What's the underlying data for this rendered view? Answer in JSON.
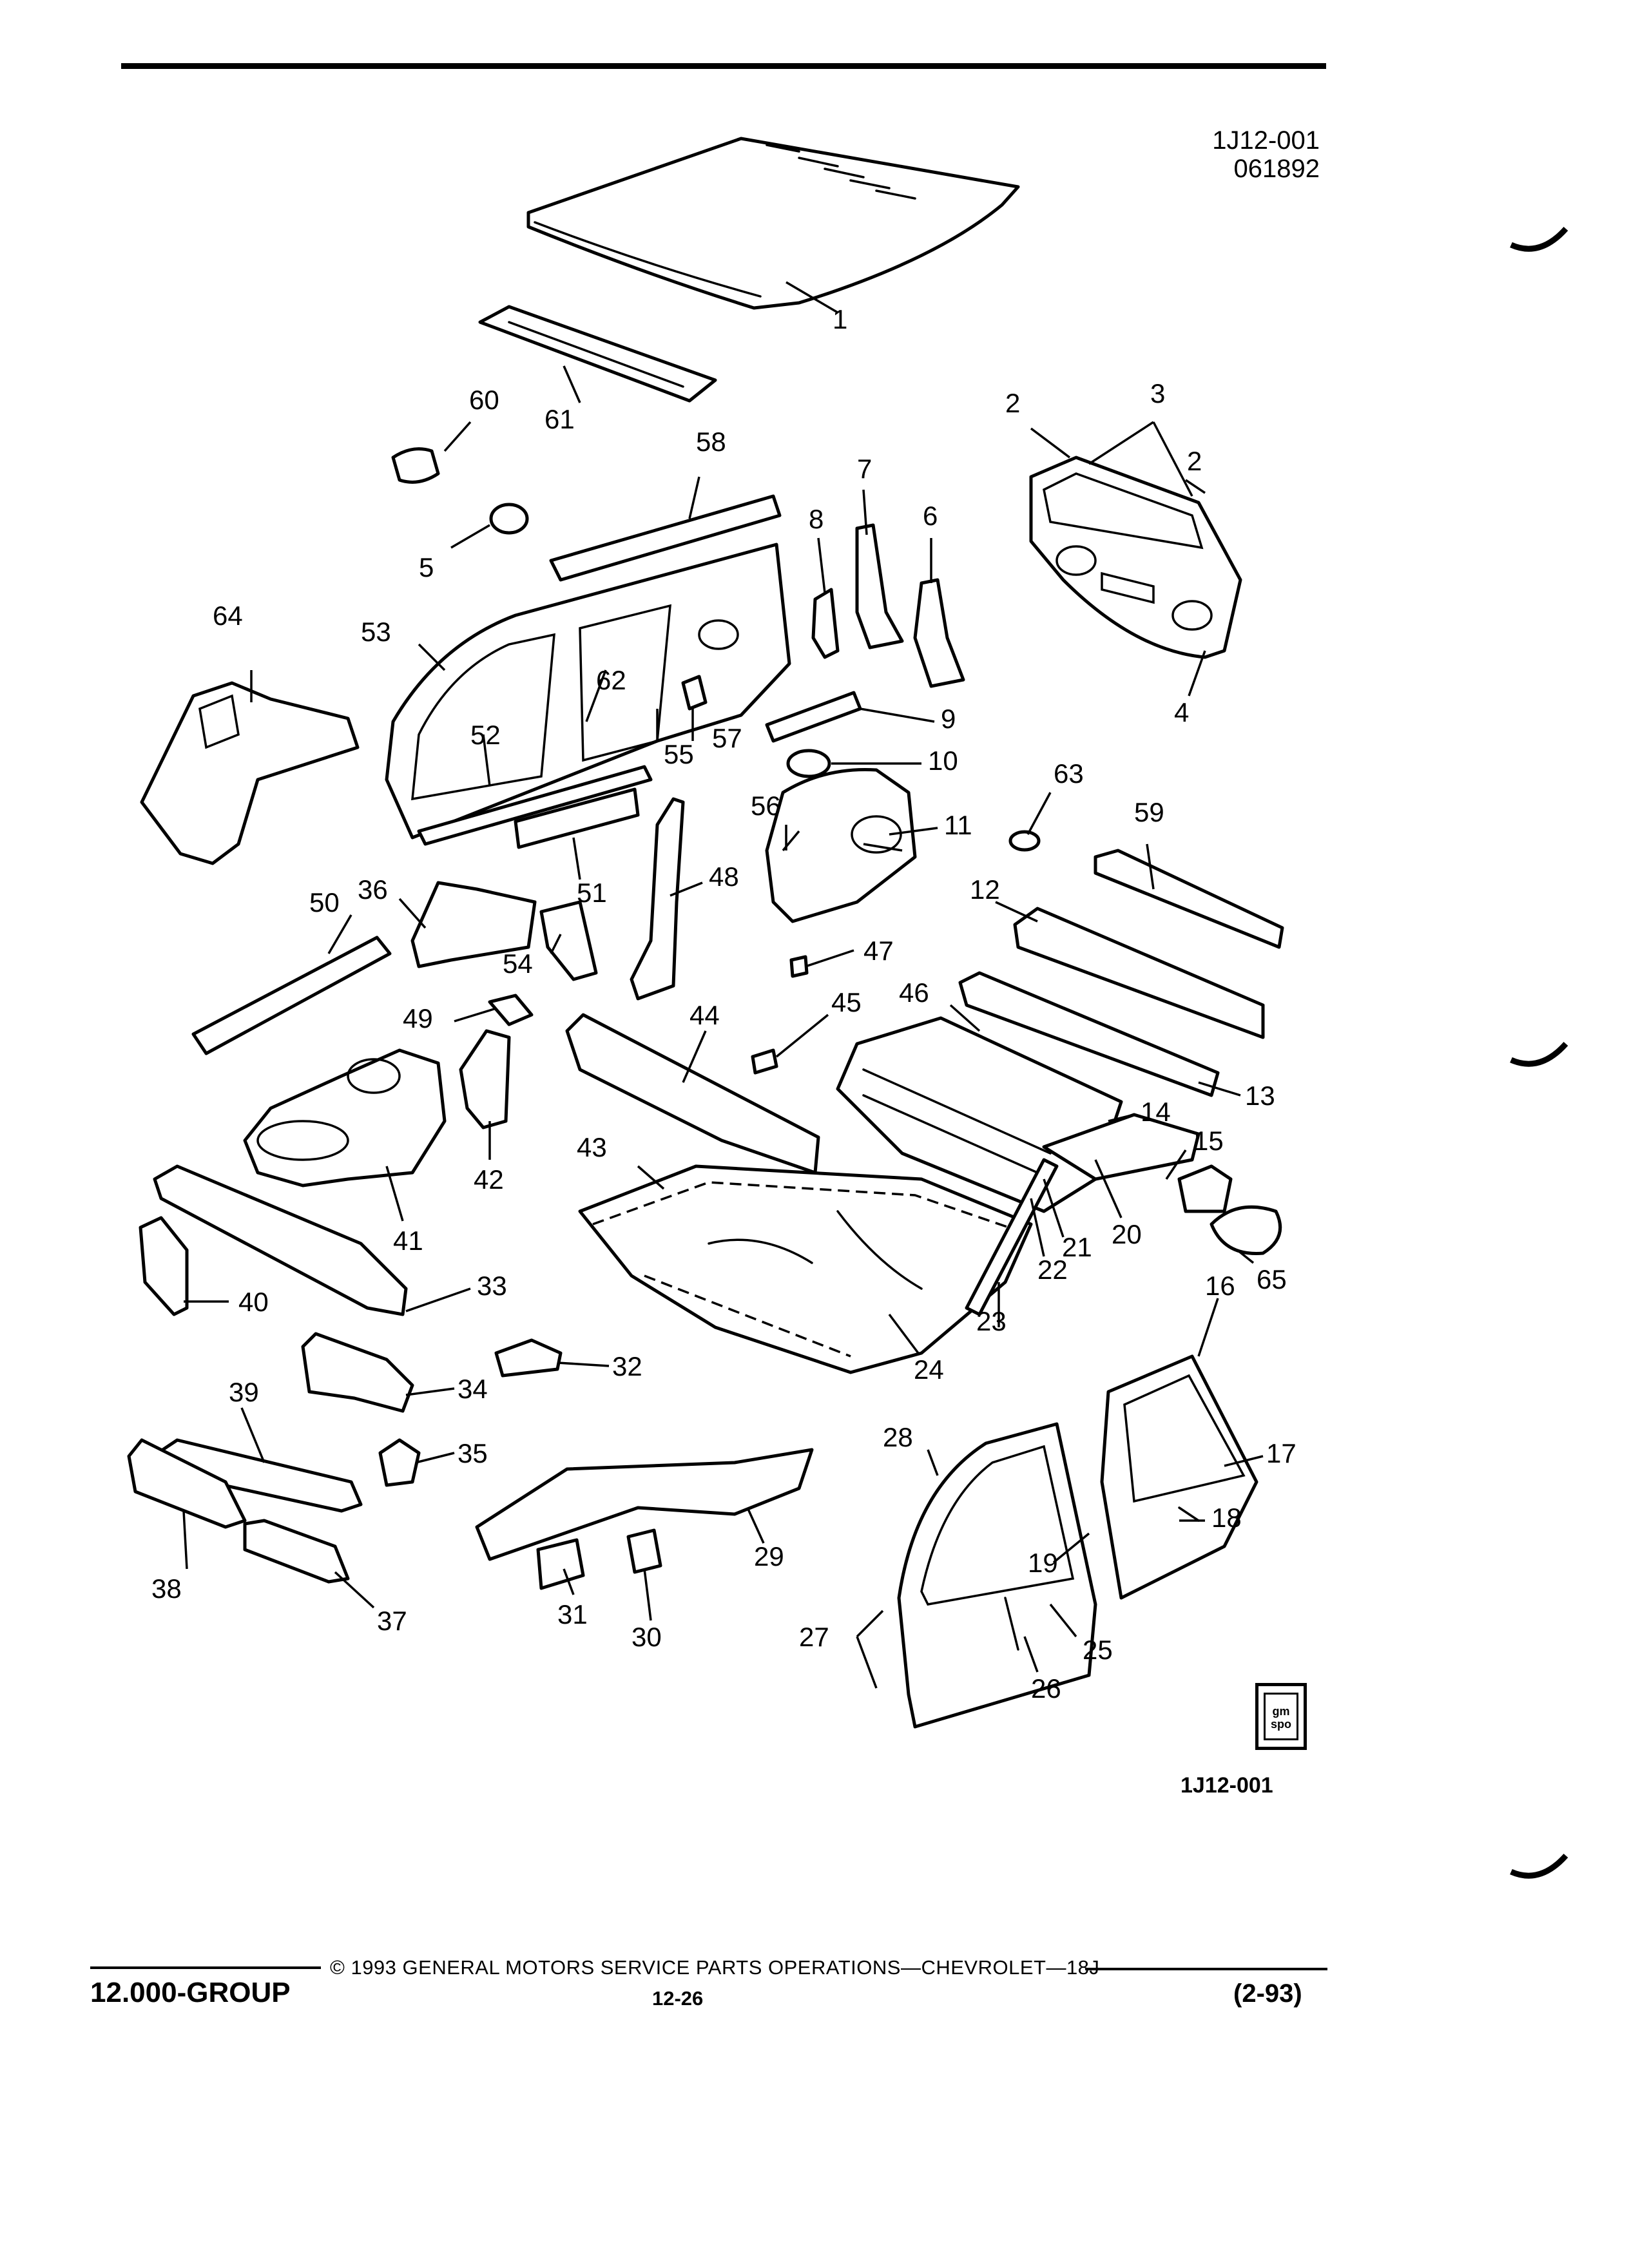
{
  "header": {
    "figure_code": "1J12-001",
    "figure_date": "061892"
  },
  "figure": {
    "caption_id": "1J12-001",
    "badge_text": "gm spo",
    "callouts": [
      "1",
      "2",
      "2",
      "3",
      "4",
      "5",
      "6",
      "7",
      "8",
      "9",
      "10",
      "11",
      "12",
      "13",
      "14",
      "15",
      "16",
      "17",
      "18",
      "19",
      "20",
      "21",
      "22",
      "23",
      "24",
      "25",
      "26",
      "27",
      "28",
      "29",
      "30",
      "31",
      "32",
      "33",
      "34",
      "35",
      "36",
      "37",
      "38",
      "39",
      "40",
      "41",
      "42",
      "43",
      "44",
      "45",
      "46",
      "47",
      "48",
      "49",
      "50",
      "51",
      "52",
      "53",
      "54",
      "55",
      "56",
      "57",
      "58",
      "59",
      "60",
      "61",
      "62",
      "63",
      "64",
      "65"
    ]
  },
  "footer": {
    "group": "12.000-GROUP",
    "copyright": "© 1993  GENERAL MOTORS SERVICE PARTS OPERATIONS—CHEVROLET—18J",
    "page_number": "12-26",
    "revision": "(2-93)"
  }
}
